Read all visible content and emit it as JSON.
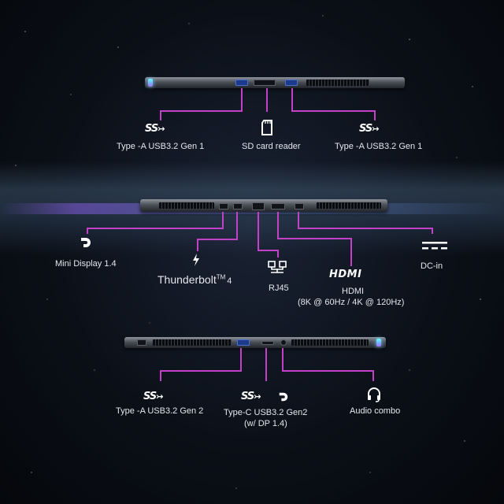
{
  "panel1": {
    "left_label": "Type -A USB3.2 Gen 1",
    "middle_label": "SD card reader",
    "right_label": "Type -A USB3.2 Gen 1",
    "ss_icon": "SS"
  },
  "panel2": {
    "mini_display_label": "Mini Display 1.4",
    "thunderbolt_label": "Thunderbolt",
    "thunderbolt_tm": "TM",
    "thunderbolt_version": "4",
    "rj45_label": "RJ45",
    "hdmi_logo": "HDMI",
    "hdmi_label": "HDMI",
    "hdmi_detail": "(8K @ 60Hz / 4K @ 120Hz)",
    "dcin_label": "DC-in"
  },
  "panel3": {
    "left_label": "Type -A USB3.2 Gen 2",
    "middle_label_line1": "Type-C USB3.2 Gen2",
    "middle_label_line2": "(w/ DP 1.4)",
    "right_label": "Audio combo",
    "ss_icon": "SS"
  },
  "colors": {
    "wire": "#c341c8",
    "text": "#e4e6ec",
    "background": "#0b1018"
  }
}
